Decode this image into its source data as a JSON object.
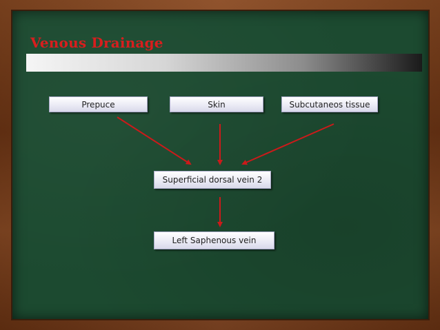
{
  "slide": {
    "title": "Venous Drainage"
  },
  "nodes": {
    "prepuce": "Prepuce",
    "skin": "Skin",
    "subcutaneous": "Subcutaneos tissue",
    "superficial": "Superficial dorsal vein 2",
    "saphenous": "Left Saphenous vein"
  },
  "edges": [
    {
      "from": "prepuce",
      "to": "superficial"
    },
    {
      "from": "skin",
      "to": "superficial"
    },
    {
      "from": "subcutaneous",
      "to": "superficial"
    },
    {
      "from": "superficial",
      "to": "saphenous"
    }
  ],
  "colors": {
    "title": "#d81e1e",
    "arrow": "#cc1a1a",
    "board": "#1c4a30",
    "frame": "#7a3f1c"
  }
}
